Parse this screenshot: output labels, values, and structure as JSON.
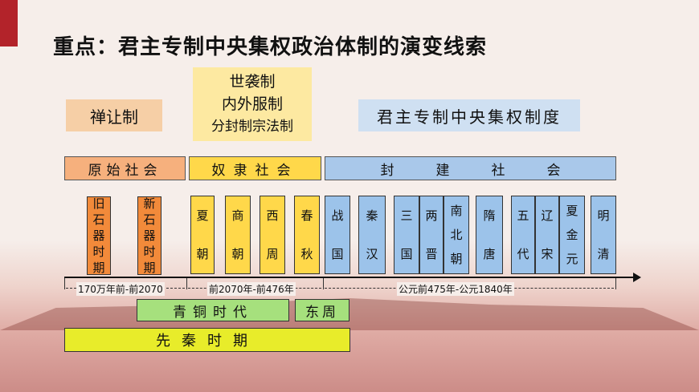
{
  "title": "重点：君主专制中央集权政治体制的演变线索",
  "systems": {
    "shanrang": "禅让制",
    "shixi": "世袭制",
    "neiwaifu": "内外服制",
    "fenfeng": "分封制宗法制",
    "junzhu": "君主专制中央集权制度"
  },
  "societies": {
    "primitive": "原始社会",
    "slave": "奴隶社会",
    "feudal": "封建社会"
  },
  "columns": {
    "jiushiqi": [
      "旧",
      "石",
      "器",
      "时",
      "期"
    ],
    "xinshiqi": [
      "新",
      "石",
      "器",
      "时",
      "期"
    ],
    "xia": [
      "夏",
      "朝"
    ],
    "shang": [
      "商",
      "朝"
    ],
    "xizhou": [
      "西",
      "周"
    ],
    "chunqiu": [
      "春",
      "秋"
    ],
    "zhanguo": [
      "战",
      "国"
    ],
    "qinhan": [
      "秦",
      "汉"
    ],
    "sanguo": [
      "三",
      "国"
    ],
    "liangjin": [
      "两",
      "晋"
    ],
    "nanbeichao": [
      "南",
      "北",
      "朝"
    ],
    "suitang": [
      "隋",
      "唐"
    ],
    "wudai": [
      "五",
      "代"
    ],
    "liaosong": [
      "辽",
      "宋"
    ],
    "xiajinyuan": [
      "夏",
      "金",
      "元"
    ],
    "mingqing": [
      "明",
      "清"
    ]
  },
  "ranges": {
    "r1": "170万年前-前2070",
    "r2": "前2070年-前476年",
    "r3": "公元前475年-公元1840年"
  },
  "periods": {
    "bronze": "青铜时代",
    "dongzhou": "东周",
    "xianqin": "先秦时期"
  }
}
